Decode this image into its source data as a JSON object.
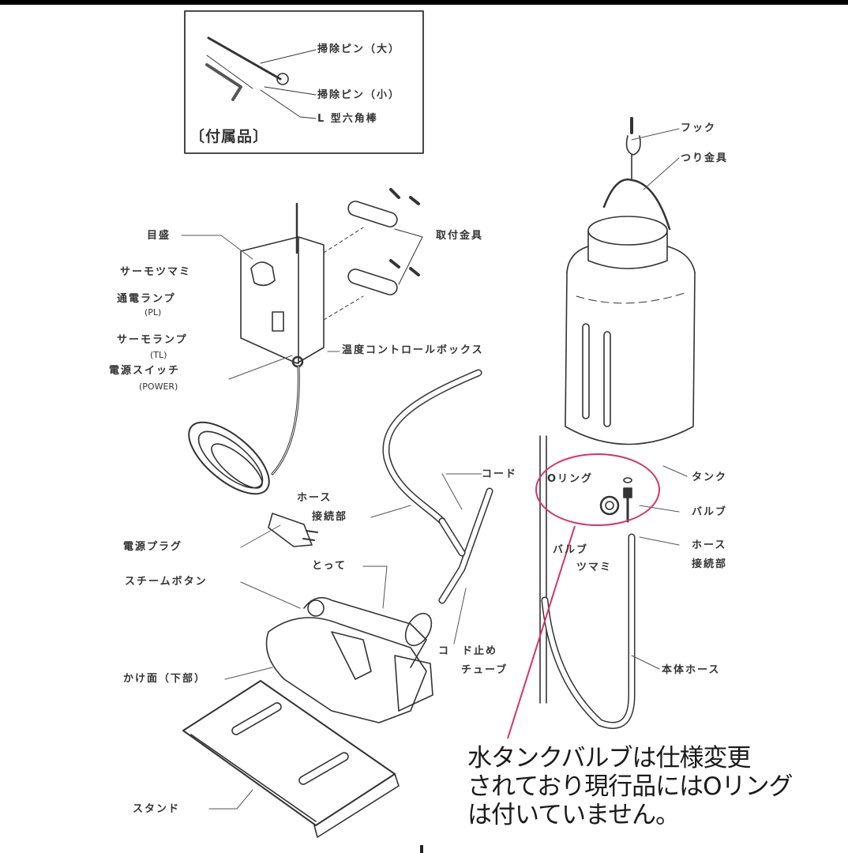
{
  "diagram": {
    "subject": "steam iron with water tank — parts diagram",
    "accessories_box": {
      "title": "〔付属品〕",
      "items": [
        {
          "label": "掃除ピン（大）"
        },
        {
          "label": "掃除ピン（小）"
        },
        {
          "label": "L 型六角棒"
        }
      ]
    },
    "control_box_labels": {
      "scale": "目盛",
      "thermo_knob": "サーモツマミ",
      "power_lamp": "通電ランプ",
      "power_lamp_code": "(PL)",
      "thermo_lamp": "サーモランプ",
      "thermo_lamp_code": "(TL)",
      "power_switch": "電源スイッチ",
      "power_switch_code": "(POWER)",
      "mounting_bracket": "取付金具",
      "temp_control_box": "温度コントロールボックス"
    },
    "iron_labels": {
      "hose_connection_1": "ホース",
      "hose_connection_2": "接続部",
      "cord": "コード",
      "power_plug": "電源プラグ",
      "handle": "とって",
      "steam_button": "スチームボタン",
      "cord_stop_tube_1": "コ　ド止め",
      "cord_stop_tube_2": "チューブ",
      "soleplate": "かけ面（下部）",
      "stand": "スタンド"
    },
    "tank_labels": {
      "hook": "フック",
      "hanger": "つり金具",
      "tank": "タンク",
      "o_ring": "Oリング",
      "valve": "バルブ",
      "hose_connection_1": "ホース",
      "hose_connection_2": "接続部",
      "valve_knob_1": "バルブ",
      "valve_knob_2": "ツマミ",
      "main_hose": "本体ホース"
    },
    "annotation": {
      "color": "#d6336c",
      "lines": [
        "水タンクバルブは仕様変更",
        "されており現行品にはOリング",
        "は付いていません。"
      ]
    }
  },
  "colors": {
    "line_art": "#333333",
    "highlight_ellipse": "#d6336c",
    "top_bar": "#000000",
    "background": "#ffffff"
  }
}
